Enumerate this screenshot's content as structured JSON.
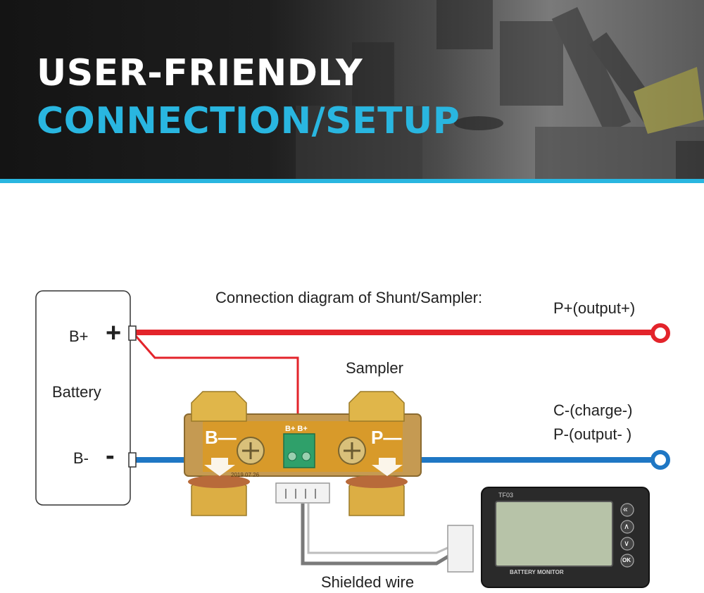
{
  "header": {
    "title_line1": "USER-FRIENDLY",
    "title_line2": "CONNECTION/SETUP",
    "title_color_1": "#ffffff",
    "title_color_2": "#29b6e0"
  },
  "diagram": {
    "caption": "Connection diagram of Shunt/Sampler:",
    "battery_label": "Battery",
    "battery_pos_label": "B+",
    "battery_pos_symbol": "+",
    "battery_neg_label": "B-",
    "battery_neg_symbol": "-",
    "p_plus_label": "P+(output+)",
    "c_minus_label": "C-(charge-)",
    "p_minus_label": "P-(output- )",
    "sampler_label": "Sampler",
    "shielded_wire_label": "Shielded wire",
    "shunt": {
      "b_minus_mark": "B—",
      "p_minus_mark": "P—",
      "terminal_label": "B+ B+",
      "date_stamp": "2019 07 26"
    },
    "monitor": {
      "brand": "BATTERY MONITOR",
      "model": "TF03",
      "buttons": [
        "«",
        "∧",
        "∨",
        "OK"
      ]
    },
    "colors": {
      "positive_wire": "#e3242b",
      "negative_wire": "#1f77c4",
      "shielded_wire": "#7a7a7a"
    }
  }
}
